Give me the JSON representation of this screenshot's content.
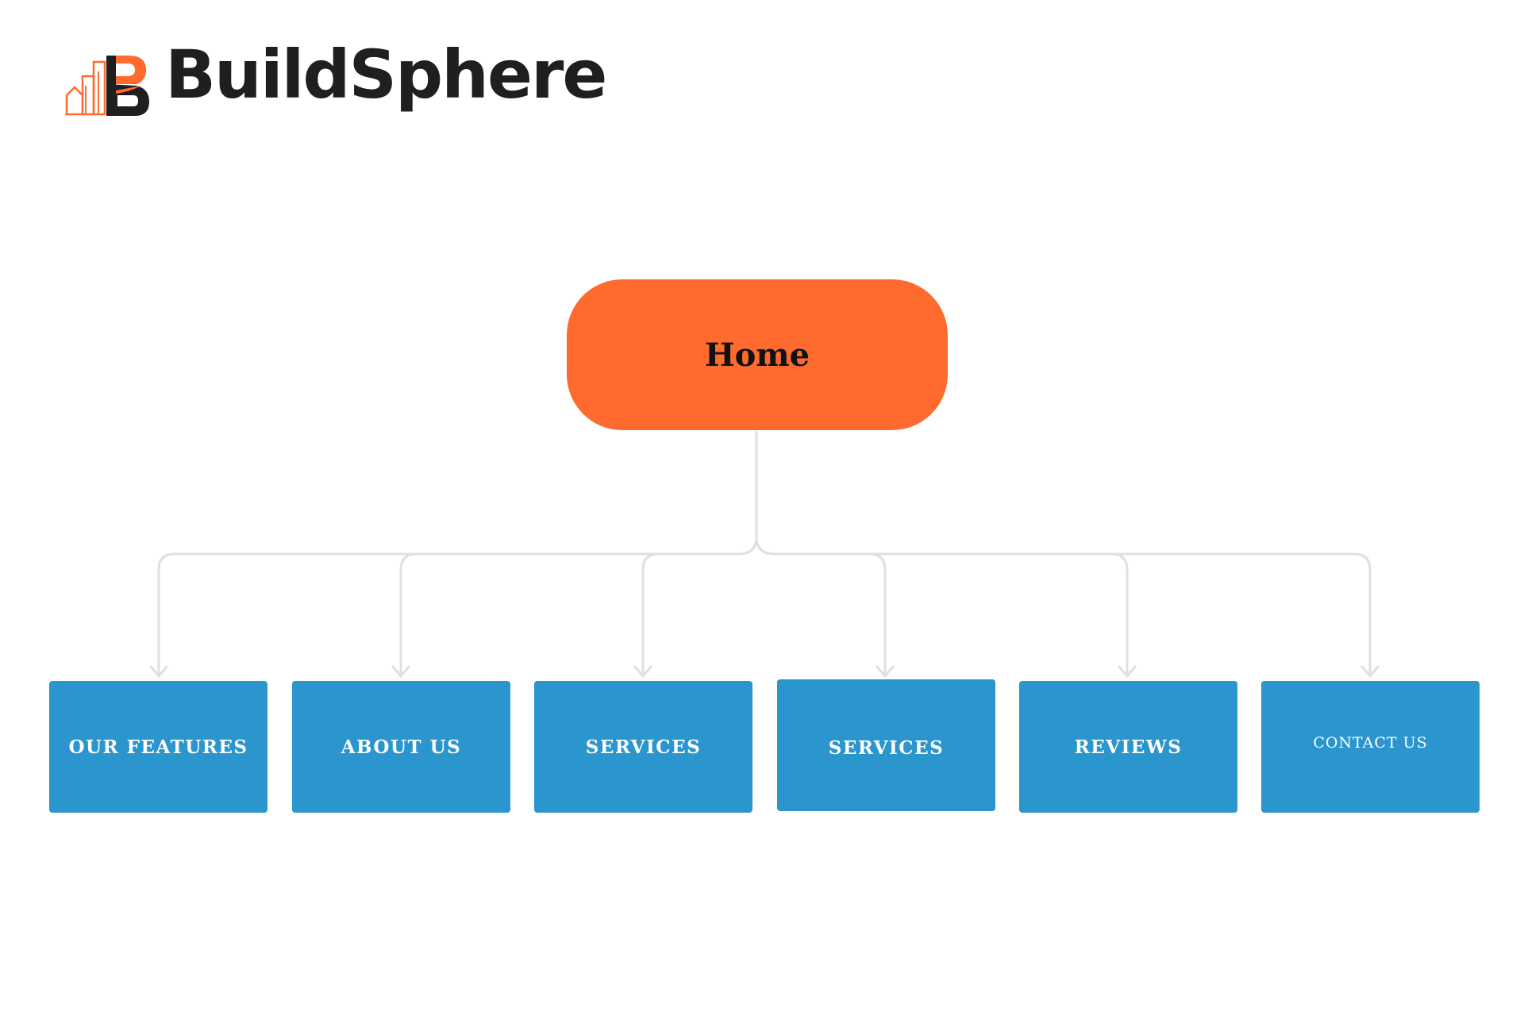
{
  "brand": {
    "name": "BuildSphere",
    "logo_icon": "building-b-logo-icon",
    "accent_color": "#ff6a2e",
    "text_color": "#1f1f1f"
  },
  "sitemap": {
    "root": {
      "label": "Home",
      "color": "#ff6a2e"
    },
    "child_color": "#2b95cd",
    "connector_color": "#e0e0e0",
    "children": [
      {
        "label": "OUR FEATURES"
      },
      {
        "label": "ABOUT US"
      },
      {
        "label": "SERVICES"
      },
      {
        "label": "SERVICES"
      },
      {
        "label": "REVIEWS"
      },
      {
        "label": "CONTACT US"
      }
    ]
  }
}
